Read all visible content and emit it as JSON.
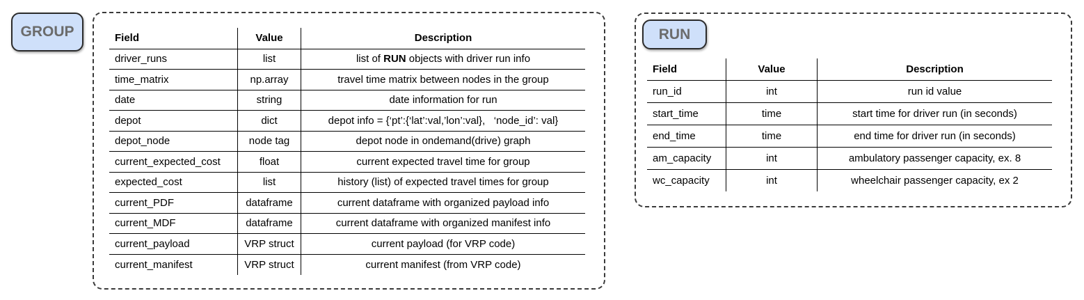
{
  "group": {
    "tag": "GROUP",
    "headers": {
      "field": "Field",
      "value": "Value",
      "description": "Description"
    },
    "rows": [
      {
        "field": "driver_runs",
        "value": "list",
        "desc_pre": "list of ",
        "desc_bold": "RUN",
        "desc_post": " objects with driver run info"
      },
      {
        "field": "time_matrix",
        "value": "np.array",
        "description": "travel time matrix between nodes in the group"
      },
      {
        "field": "date",
        "value": "string",
        "description": "date information for run"
      },
      {
        "field": "depot",
        "value": "dict",
        "description": "depot info = {‘pt’:{‘lat’:val,’lon’:val},   ‘node_id’: val}"
      },
      {
        "field": "depot_node",
        "value": "node tag",
        "description": "depot node in ondemand(drive) graph"
      },
      {
        "field": "current_expected_cost",
        "value": "float",
        "description": "current expected travel time for group"
      },
      {
        "field": "expected_cost",
        "value": "list",
        "description": "history (list) of expected travel times for group"
      },
      {
        "field": "current_PDF",
        "value": "dataframe",
        "description": "current dataframe with organized payload info"
      },
      {
        "field": "current_MDF",
        "value": "dataframe",
        "description": "current dataframe with organized manifest info"
      },
      {
        "field": "current_payload",
        "value": "VRP struct",
        "description": "current payload (for VRP code)"
      },
      {
        "field": "current_manifest",
        "value": "VRP struct",
        "description": "current manifest (from VRP code)"
      }
    ]
  },
  "run": {
    "tag": "RUN",
    "headers": {
      "field": "Field",
      "value": "Value",
      "description": "Description"
    },
    "rows": [
      {
        "field": "run_id",
        "value": "int",
        "description": "run id value"
      },
      {
        "field": "start_time",
        "value": "time",
        "description": "start time for driver run (in seconds)"
      },
      {
        "field": "end_time",
        "value": "time",
        "description": "end time for driver run (in seconds)"
      },
      {
        "field": "am_capacity",
        "value": "int",
        "description": "ambulatory passenger capacity, ex. 8"
      },
      {
        "field": "wc_capacity",
        "value": "int",
        "description": "wheelchair passenger capacity, ex 2"
      }
    ]
  },
  "colors": {
    "tag_fill": "#cfe0fa",
    "tag_text": "#6b6b6b",
    "border": "#2b2b2b"
  }
}
